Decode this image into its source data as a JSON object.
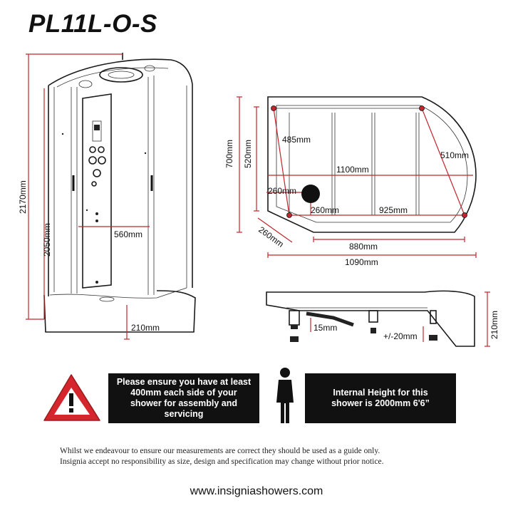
{
  "title": "PL11L-O-S",
  "dimensions": {
    "total_height": "2170mm",
    "cabin_height": "2050mm",
    "panel_width": "560mm",
    "tray_height_front": "210mm",
    "depth_outer": "700mm",
    "depth_inner": "520mm",
    "diag_left": "485mm",
    "diag_right": "510mm",
    "inner_length": "1100mm",
    "waste_offset_side": "260mm",
    "waste_offset_front": "260mm",
    "leg_span": "925mm",
    "corner_depth": "260mm",
    "front_straight": "880mm",
    "overall_width": "1090mm",
    "waste_height": "15mm",
    "leg_adjust": "+/-20mm",
    "tray_height_side": "210mm"
  },
  "notices": {
    "clearance_line1": "Please ensure you have at least",
    "clearance_line2": "400mm each side of your",
    "clearance_line3": "shower for assembly and",
    "clearance_line4": "servicing",
    "internal_line1": "Internal Height for this",
    "internal_line2": "shower is 2000mm 6'6”"
  },
  "disclaimer": {
    "line1": "Whilst we endeavour to ensure our measurements are correct they should be used as a guide only.",
    "line2": "Insignia accept no responsibility as size, design and specification may change without prior notice."
  },
  "website": "www.insigniashowers.com",
  "icons": [
    "warning-triangle-icon",
    "person-silhouette-icon"
  ],
  "colors": {
    "dimension_line": "#c0262c",
    "warning_red": "#d4262c",
    "notice_box": "#111111"
  }
}
